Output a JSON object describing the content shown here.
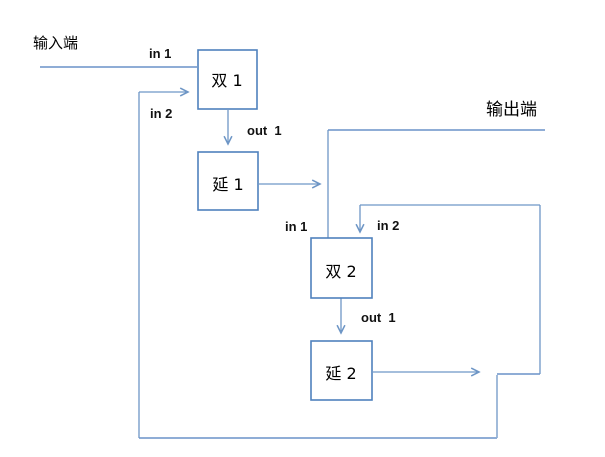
{
  "diagram": {
    "labels": {
      "input": "输入端",
      "output": "输出端"
    },
    "nodes": [
      {
        "label": "双 1"
      },
      {
        "label": "延 1"
      },
      {
        "label": "双 2"
      },
      {
        "label": "延 2"
      }
    ],
    "ports": {
      "s1_in1": "in 1",
      "s1_in2": "in 2",
      "s1_out": "out  1",
      "s2_in1": "in 1",
      "s2_in2": "in 2",
      "s2_out": "out  1"
    },
    "colors": {
      "wire": "#6e96c6",
      "wire_light": "#8fadd6",
      "box_border": "#4f81bd",
      "text": "#000000",
      "canvas": "#ffffff"
    }
  }
}
